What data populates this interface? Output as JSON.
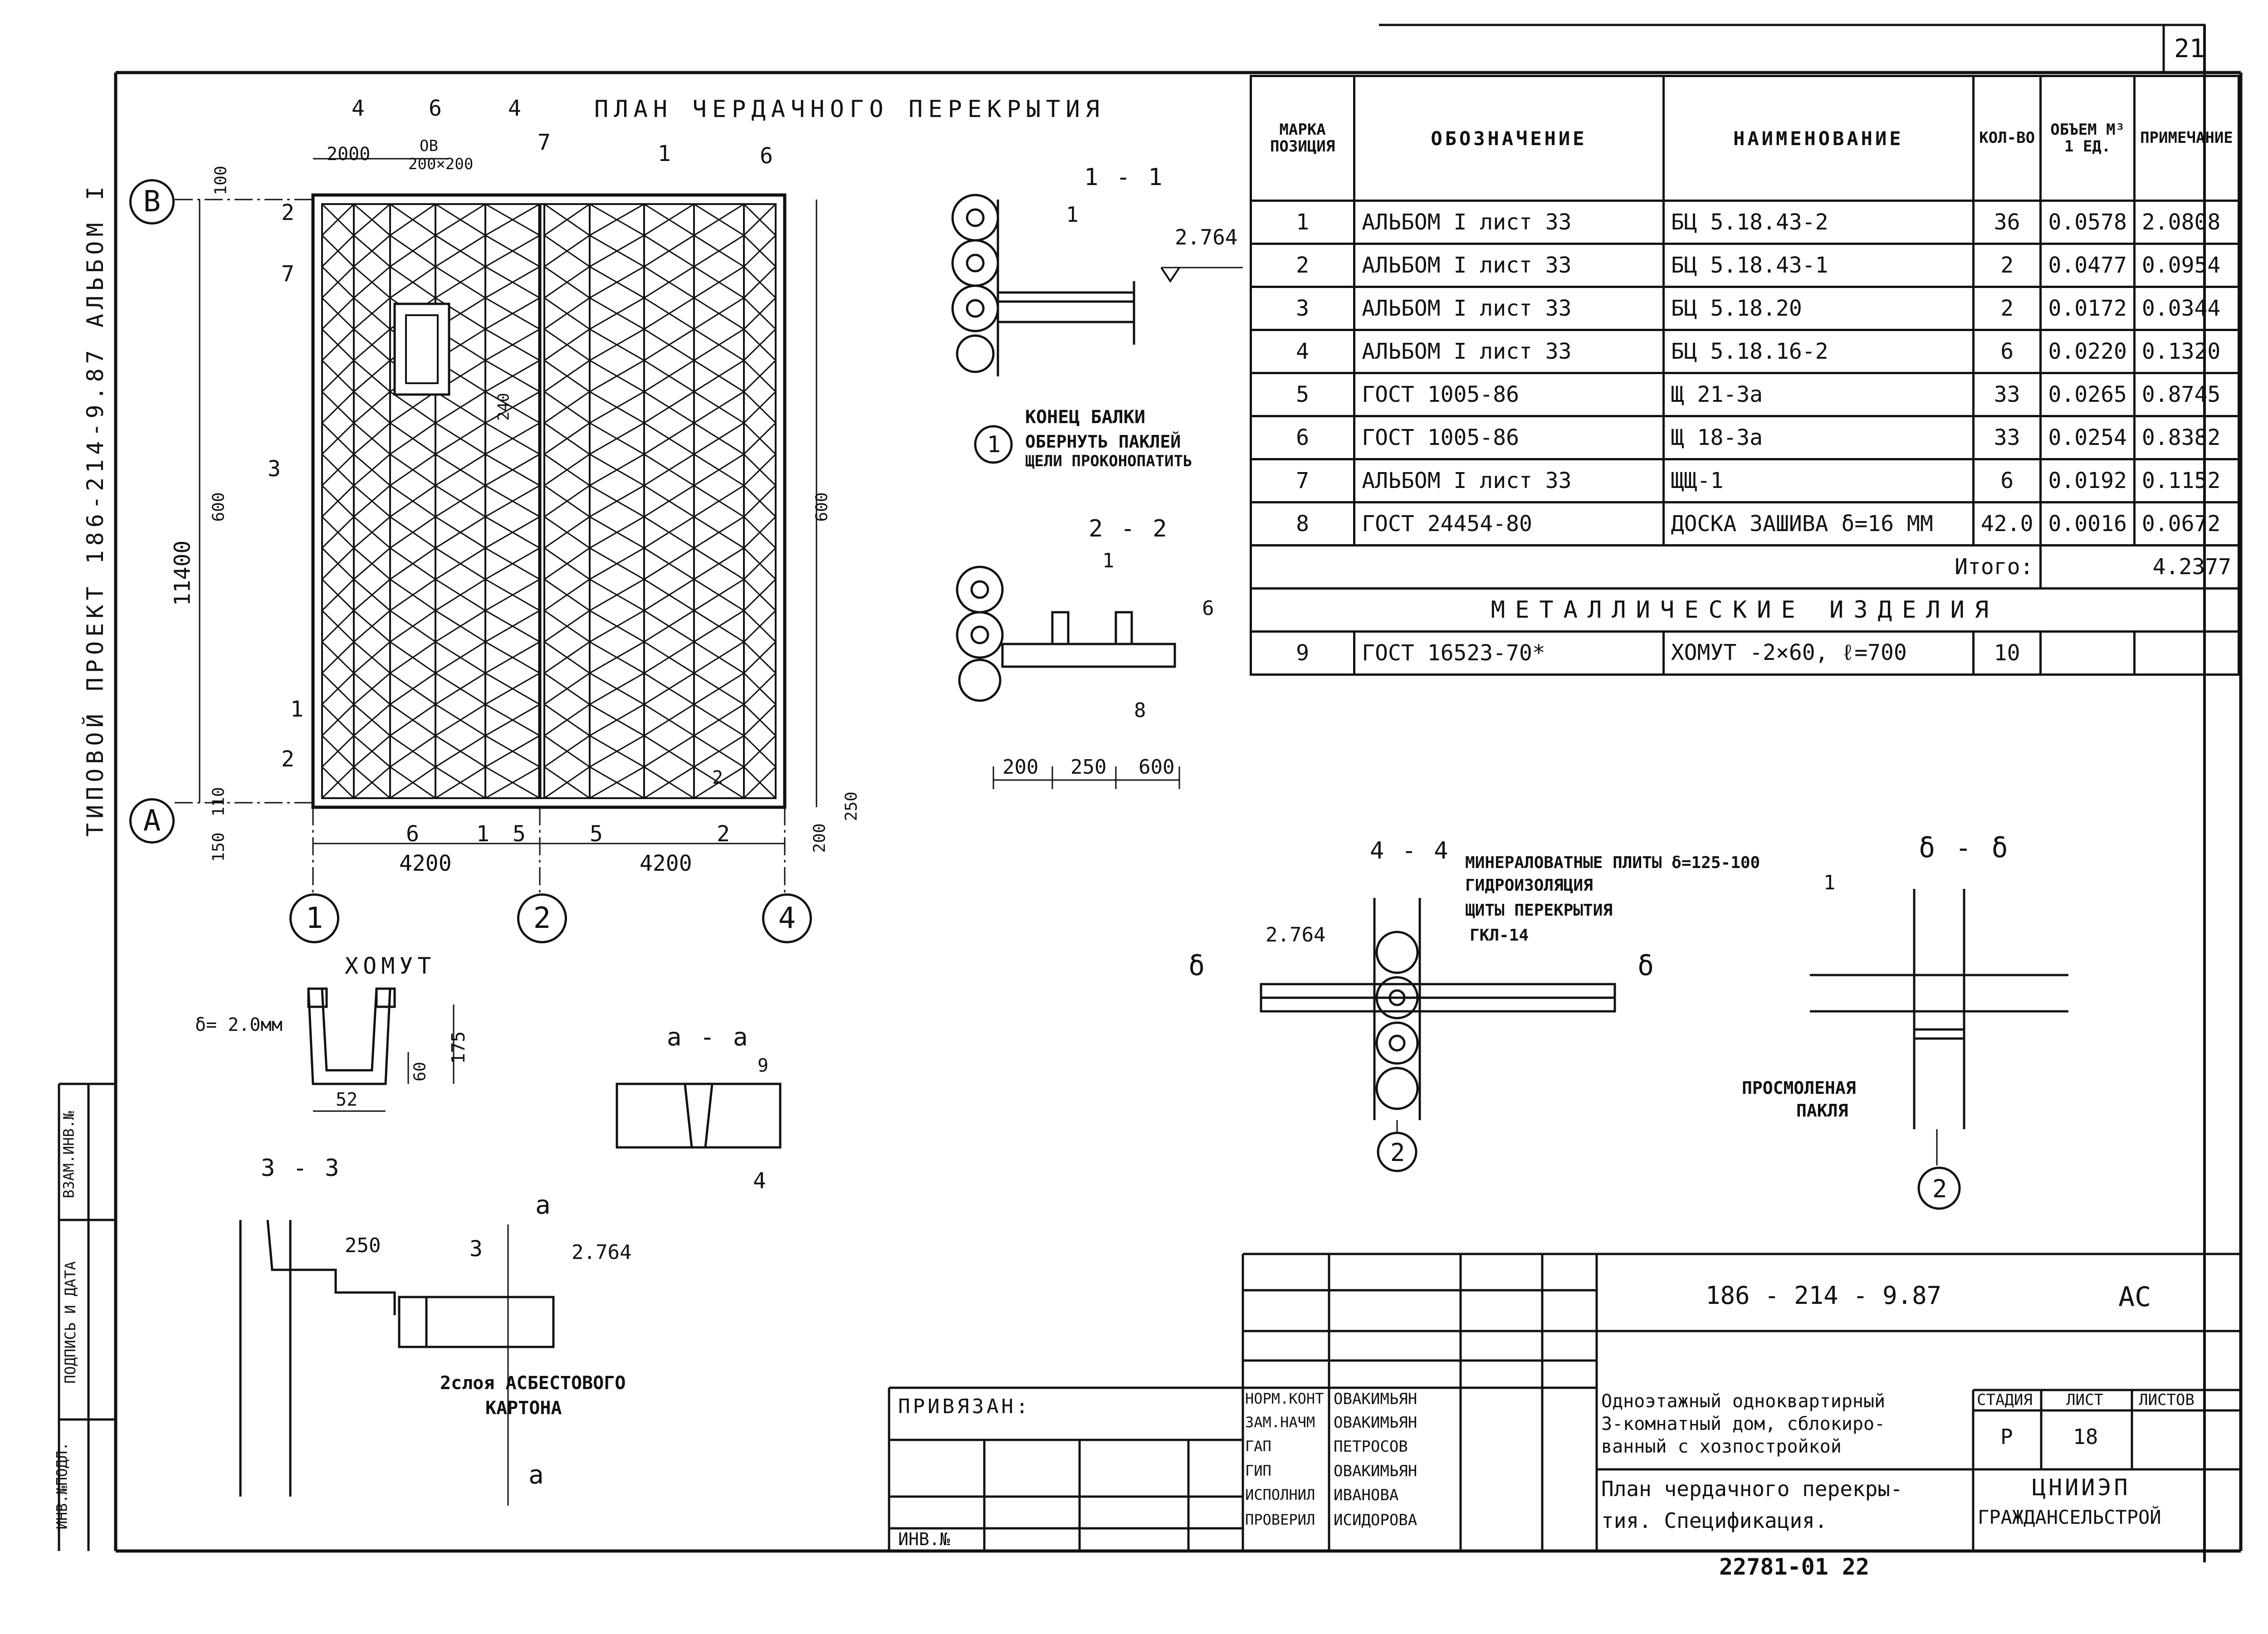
{
  "sheet_number": "21",
  "left_margin": {
    "project": "ТИПОВОЙ ПРОЕКТ 186-214-9.87 АЛЬБОМ I",
    "binding_cells": [
      "ИНВ.№ПОДЛ.",
      "ПОДПИСЬ И ДАТА",
      "ВЗАМ.ИНВ.№"
    ]
  },
  "plan": {
    "title": "ПЛАН ЧЕРДАЧНОГО ПЕРЕКРЫТИЯ",
    "axes": {
      "row_b": "В",
      "row_a": "А",
      "col1": "1",
      "col2": "2",
      "col4": "4"
    },
    "dims": {
      "overall_height": "11400",
      "bay1": "4200",
      "bay2": "4200",
      "top_offset": "2000",
      "opening": "200×200",
      "ov": "ОВ",
      "module": "600",
      "edge_150": "150",
      "edge_100": "100",
      "edge_200": "200",
      "edge_250": "250",
      "edge_110": "110",
      "dim_240": "240"
    },
    "marks": [
      "4",
      "6",
      "4",
      "7",
      "1",
      "6",
      "2",
      "7",
      "3",
      "2",
      "1",
      "2",
      "6",
      "1",
      "5",
      "5",
      "2"
    ]
  },
  "section_1_1": {
    "title": "1 - 1",
    "level": "2.764",
    "callout": "1",
    "notes": [
      "КОНЕЦ БАЛКИ",
      "ОБЕРНУТЬ ПАКЛЕЙ",
      "ЩЕЛИ ПРОКОНОПАТИТЬ"
    ],
    "node": "1"
  },
  "section_2_2": {
    "title": "2 - 2",
    "marks": [
      "1",
      "6",
      "8"
    ],
    "dims": [
      "200",
      "250",
      "600"
    ]
  },
  "section_4_4": {
    "title": "4 - 4",
    "level": "2.764",
    "layers": [
      "МИНЕРАЛОВАТНЫЕ ПЛИТЫ δ=125-100",
      "ГИДРОИЗОЛЯЦИЯ",
      "ЩИТЫ ПЕРЕКРЫТИЯ",
      "ГКЛ-14"
    ],
    "cut": "δ",
    "axis": "2"
  },
  "section_b_b": {
    "title": "δ - δ",
    "mark": "1",
    "note": [
      "ПРОСМОЛЕНАЯ",
      "ПАКЛЯ"
    ],
    "axis": "2"
  },
  "clamp": {
    "title": "ХОМУТ",
    "thickness": "δ= 2.0мм",
    "dims": [
      "175",
      "60",
      "52"
    ]
  },
  "section_a_a": {
    "title": "а - а",
    "marks": [
      "9",
      "4"
    ]
  },
  "section_3_3": {
    "title": "3 - 3",
    "dim": "250",
    "mark": "3",
    "level": "2.764",
    "cut": "а",
    "note": [
      "2слоя АСБЕСТОВОГО",
      "КАРТОНА"
    ]
  },
  "spec_table": {
    "headers": [
      "МАРКА ПОЗИЦИЯ",
      "ОБОЗНАЧЕНИЕ",
      "НАИМЕНОВАНИЕ",
      "КОЛ-ВО",
      "ОБЪЕМ М³ 1 ЕД.",
      "ПРИМЕЧАНИЕ"
    ],
    "rows": [
      [
        "1",
        "АЛЬБОМ I лист 33",
        "БЦ 5.18.43-2",
        "36",
        "0.0578",
        "2.0808"
      ],
      [
        "2",
        "АЛЬБОМ I лист 33",
        "БЦ 5.18.43-1",
        "2",
        "0.0477",
        "0.0954"
      ],
      [
        "3",
        "АЛЬБОМ I лист 33",
        "БЦ 5.18.20",
        "2",
        "0.0172",
        "0.0344"
      ],
      [
        "4",
        "АЛЬБОМ I лист 33",
        "БЦ 5.18.16-2",
        "6",
        "0.0220",
        "0.1320"
      ],
      [
        "5",
        "ГОСТ 1005-86",
        "Щ 21-3а",
        "33",
        "0.0265",
        "0.8745"
      ],
      [
        "6",
        "ГОСТ 1005-86",
        "Щ 18-3а",
        "33",
        "0.0254",
        "0.8382"
      ],
      [
        "7",
        "АЛЬБОМ I лист 33",
        "ЩЩ-1",
        "6",
        "0.0192",
        "0.1152"
      ],
      [
        "8",
        "ГОСТ 24454-80",
        "ДОСКА ЗАШИВА δ=16 ММ",
        "42.0",
        "0.0016",
        "0.0672"
      ]
    ],
    "total_label": "Итого:",
    "total_value": "4.2377",
    "metal_title": "МЕТАЛЛИЧЕСКИЕ ИЗДЕЛИЯ",
    "metal_rows": [
      [
        "9",
        "ГОСТ 16523-70*",
        "ХОМУТ -2×60, ℓ=700",
        "10",
        "",
        ""
      ]
    ]
  },
  "title_block": {
    "code": "186 - 214 - 9.87",
    "suffix": "АС",
    "bound": "ПРИВЯЗАН:",
    "inv": "ИНВ.№",
    "staff": [
      [
        "НОРМ.КОНТ",
        "ОВАКИМЬЯН"
      ],
      [
        "ЗАМ.НАЧМ",
        "ОВАКИМЬЯН"
      ],
      [
        "ГАП",
        "ПЕТРОСОВ"
      ],
      [
        "ГИП",
        "ОВАКИМЬЯН"
      ],
      [
        "ИСПОЛНИЛ",
        "ИВАНОВА"
      ],
      [
        "ПРОВЕРИЛ",
        "ИСИДОРОВА"
      ]
    ],
    "object": [
      "Одноэтажный одноквартирный",
      "3-комнатный дом, сблокиро-",
      "ванный с хозпостройкой"
    ],
    "sheet_title": [
      "План чердачного перекры-",
      "тия. Спецификация."
    ],
    "stage_label": "СТАДИЯ",
    "sheet_label": "ЛИСТ",
    "sheets_label": "ЛИСТОВ",
    "stage": "Р",
    "sheet": "18",
    "org": [
      "ЦНИИЭП",
      "ГРАЖДАНСЕЛЬСТРОЙ"
    ]
  },
  "footer": "22781-01 22"
}
